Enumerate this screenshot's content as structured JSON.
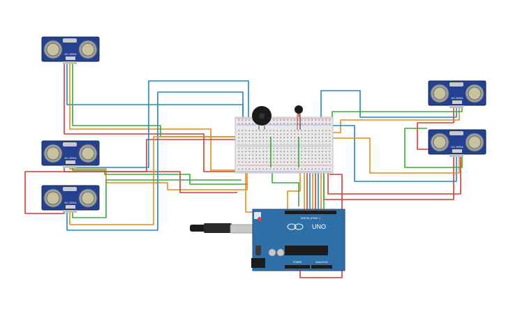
{
  "sensor_label": "HC-SR04",
  "board_label": "UNO",
  "board_header_text": "DIGITAL (PWM ~)",
  "board_power_text": "POWER",
  "board_analog_text": "ANALOG IN",
  "wire_colors": {
    "red": "#d63a2f",
    "green": "#3aa83a",
    "blue": "#1e88c8",
    "orange": "#e8891a",
    "black": "#222222"
  },
  "component_colors": {
    "sensor_board": "#1f3f8f",
    "arduino_board": "#2f6fa8",
    "breadboard": "#e9e9e9"
  }
}
